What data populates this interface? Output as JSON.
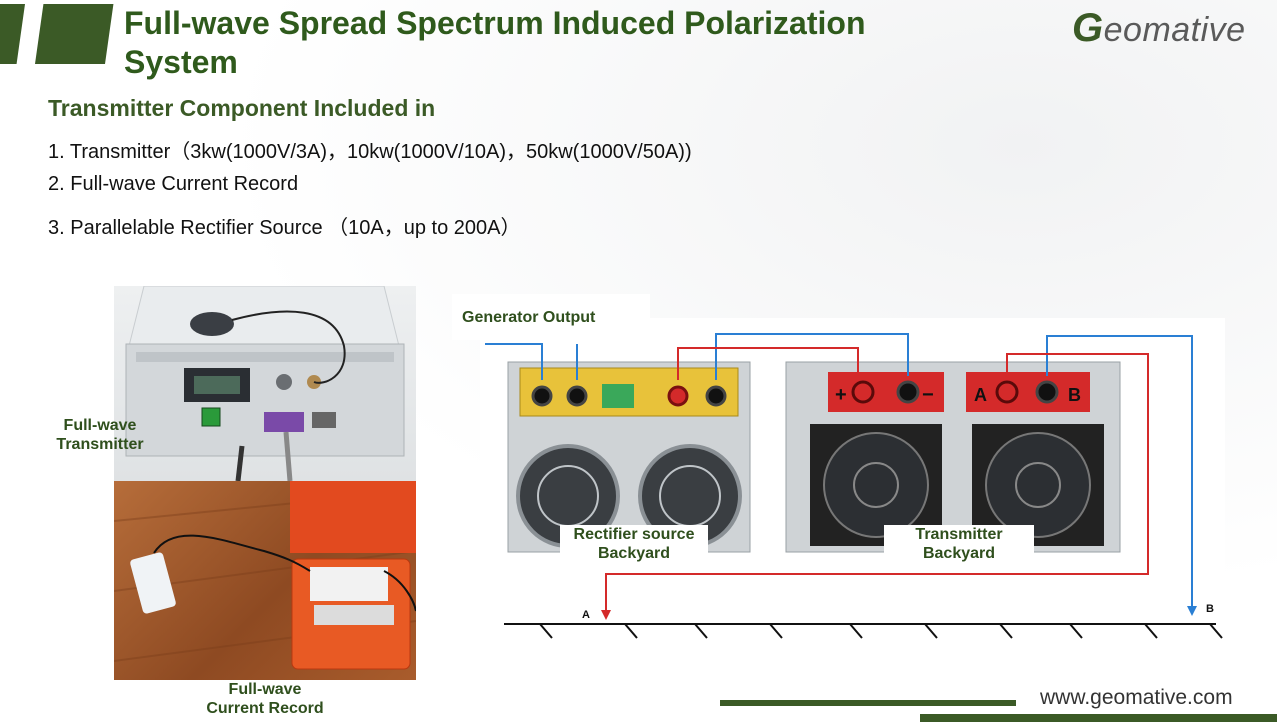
{
  "header": {
    "title": "Full-wave Spread Spectrum Induced Polarization System",
    "logo_initial": "G",
    "logo_rest": "eomative"
  },
  "content": {
    "subtitle": "Transmitter Component Included  in",
    "items": [
      "1. Transmitter（3kw(1000V/3A)，10kw(1000V/10A)，50kw(1000V/50A))",
      "2. Full-wave Current Record",
      "3. Parallelable Rectifier Source （10A，up to 200A）"
    ]
  },
  "photos": {
    "transmitter_caption_line1": "Full-wave",
    "transmitter_caption_line2": "Transmitter",
    "record_caption_line1": "Full-wave",
    "record_caption_line2": "Current Record"
  },
  "diagram": {
    "generator_output": "Generator Output",
    "rectifier_caption_line1": "Rectifier source",
    "rectifier_caption_line2": "Backyard",
    "transmitter_caption_line1": "Transmitter",
    "transmitter_caption_line2": "Backyard",
    "label_a": "A",
    "label_b": "B",
    "terminal_plus": "+",
    "terminal_minus": "−",
    "terminal_a": "A",
    "terminal_b": "B"
  },
  "footer": {
    "url": "www.geomative.com"
  },
  "colors": {
    "brand_green": "#3b5a26",
    "wire_red": "#d42a2a",
    "wire_blue": "#2a7fd4"
  }
}
